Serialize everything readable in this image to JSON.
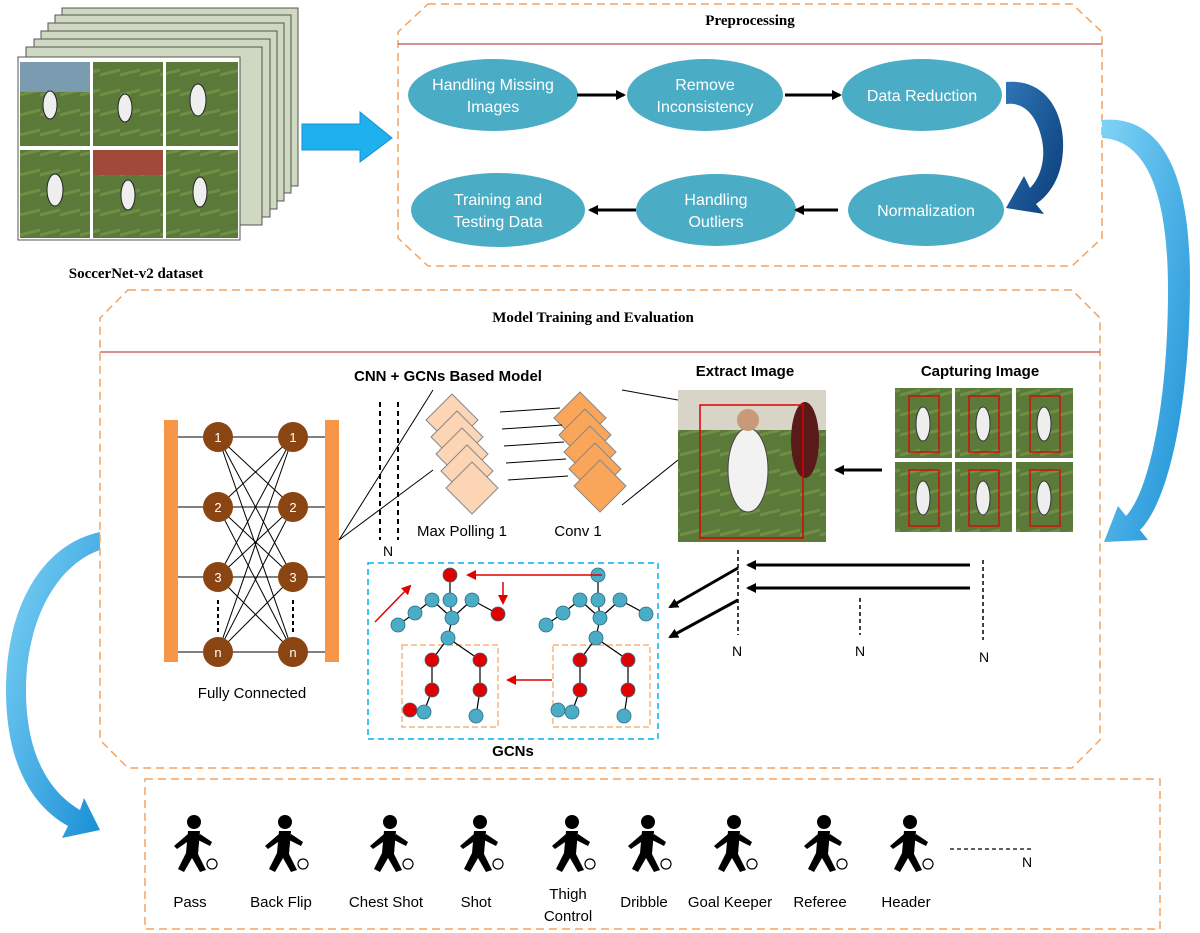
{
  "dataset": {
    "label": "SoccerNet-v2 dataset"
  },
  "preprocessing": {
    "title": "Preprocessing",
    "steps": [
      {
        "line1": "Handling Missing",
        "line2": "Images"
      },
      {
        "line1": "Remove",
        "line2": "Inconsistency"
      },
      {
        "line1": "Data Reduction",
        "line2": ""
      },
      {
        "line1": "Normalization",
        "line2": ""
      },
      {
        "line1": "Handling",
        "line2": "Outliers"
      },
      {
        "line1": "Training and",
        "line2": "Testing Data"
      }
    ]
  },
  "training": {
    "title": "Model Training and Evaluation",
    "model_title": "CNN + GCNs Based Model",
    "extract_label": "Extract Image",
    "capture_label": "Capturing Image",
    "fc_label": "Fully Connected",
    "maxpool_label": "Max Polling 1",
    "conv_label": "Conv 1",
    "gcn_label": "GCNs",
    "node_labels": [
      "1",
      "2",
      "3",
      "n"
    ],
    "n_marker": "N"
  },
  "actions": [
    {
      "line1": "Pass",
      "line2": ""
    },
    {
      "line1": "Back Flip",
      "line2": ""
    },
    {
      "line1": "Chest Shot",
      "line2": ""
    },
    {
      "line1": "Shot",
      "line2": ""
    },
    {
      "line1": "Thigh",
      "line2": "Control"
    },
    {
      "line1": "Dribble",
      "line2": ""
    },
    {
      "line1": "Goal Keeper",
      "line2": ""
    },
    {
      "line1": "Referee",
      "line2": ""
    },
    {
      "line1": "Header",
      "line2": ""
    }
  ],
  "actions_more": "N",
  "colors": {
    "ellipse": "#4bacc6",
    "dashed_border": "#f4a460",
    "title_rule": "#c0504d",
    "neuron": "#8b4513",
    "fc_bar": "#f79646",
    "pool": "#fcd5b4",
    "conv": "#f9a65a",
    "gcn_node": "#4bacc6",
    "gcn_red": "#e00000",
    "gcn_box": "#00b0f0",
    "arrow_blue": "#29a3e0"
  }
}
